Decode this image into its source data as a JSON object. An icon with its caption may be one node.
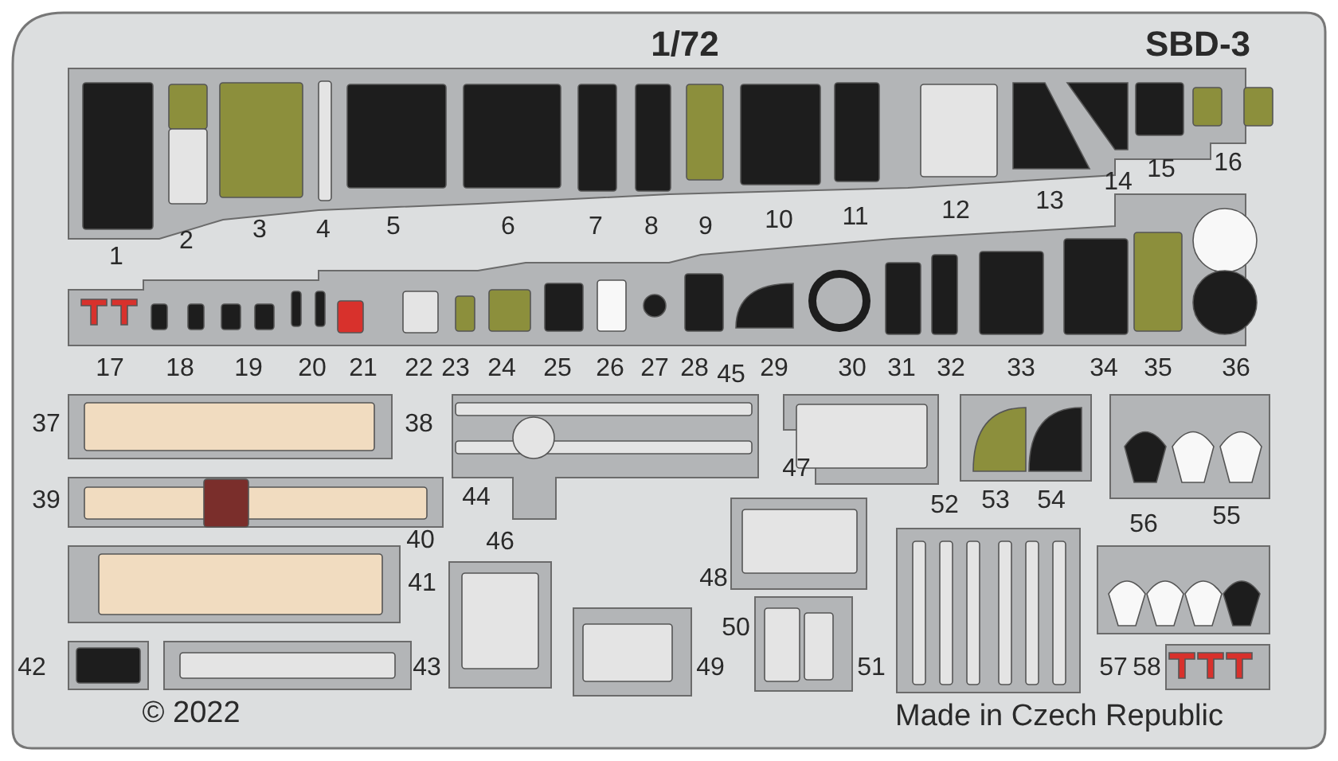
{
  "diagram": {
    "labels": [
      "1/72",
      "SBD-3",
      "1",
      "2",
      "3",
      "4",
      "5",
      "6",
      "7",
      "8",
      "9",
      "10",
      "11",
      "12",
      "13",
      "14",
      "15",
      "16",
      "17",
      "18",
      "19",
      "20",
      "21",
      "22",
      "23",
      "24",
      "25",
      "26",
      "27",
      "28",
      "29",
      "30",
      "31",
      "32",
      "33",
      "34",
      "35",
      "36",
      "37",
      "38",
      "39",
      "40",
      "41",
      "42",
      "43",
      "44",
      "45",
      "46",
      "47",
      "48",
      "49",
      "50",
      "51",
      "52",
      "53",
      "54",
      "56",
      "55",
      "57",
      "58",
      "© 2022",
      "Made in Czech Republic"
    ]
  }
}
